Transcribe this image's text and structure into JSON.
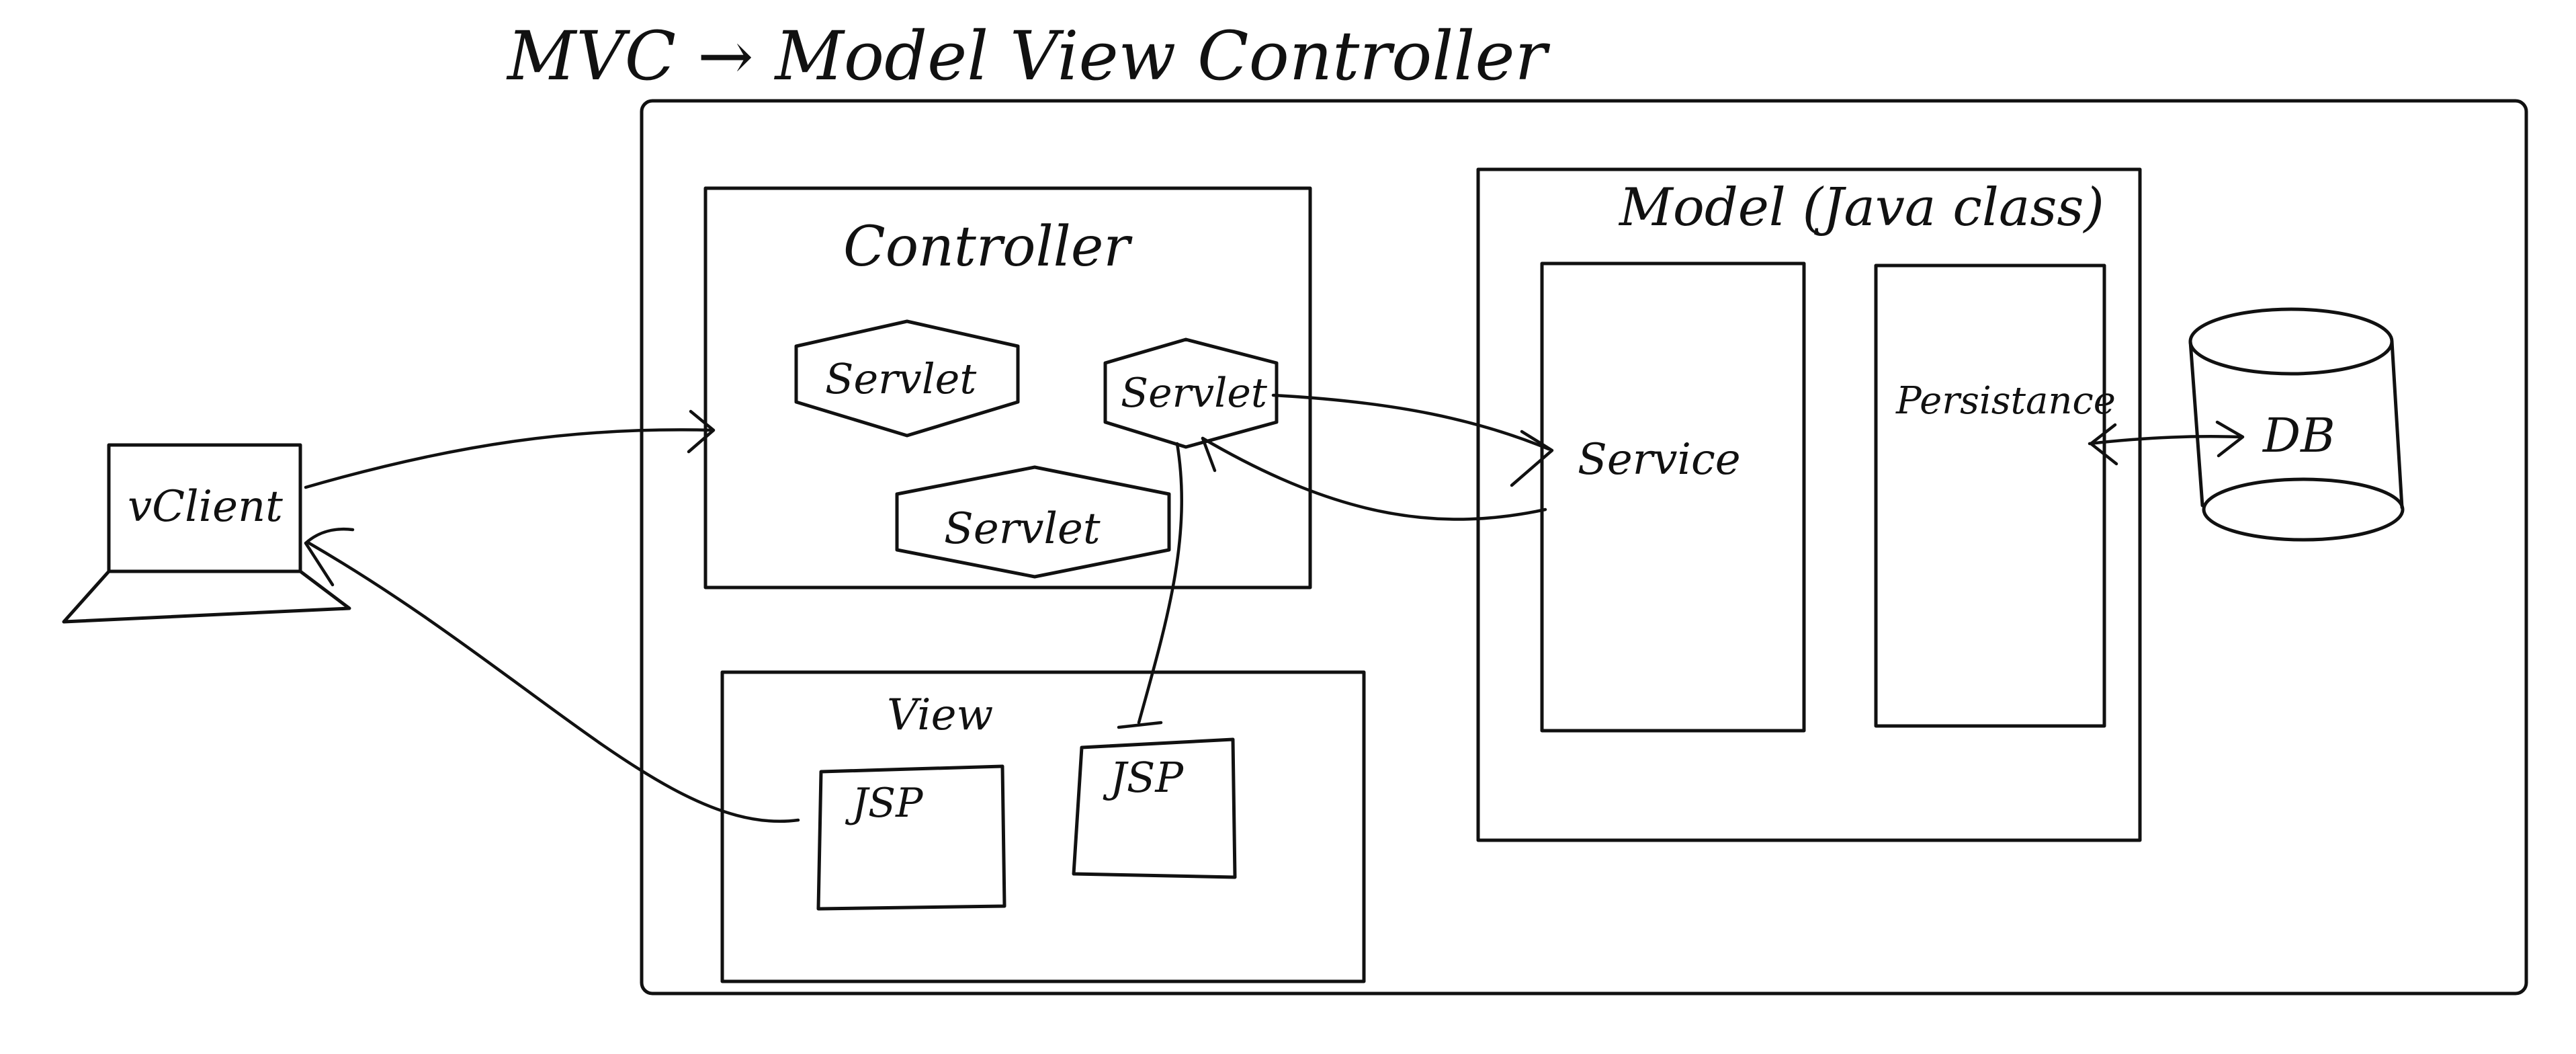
{
  "title": "MVC → Model View Controller",
  "client": {
    "label": "vClient"
  },
  "controller": {
    "title": "Controller",
    "servlets": [
      "Servlet",
      "Servlet",
      "Servlet"
    ]
  },
  "view": {
    "title": "View",
    "pages": [
      "JSP",
      "JSP"
    ]
  },
  "model": {
    "title": "Model (Java class)",
    "service": "Service",
    "persistence": "Persistance"
  },
  "database": {
    "label": "DB"
  },
  "colors": {
    "ink": "#111111",
    "background": "#ffffff"
  }
}
